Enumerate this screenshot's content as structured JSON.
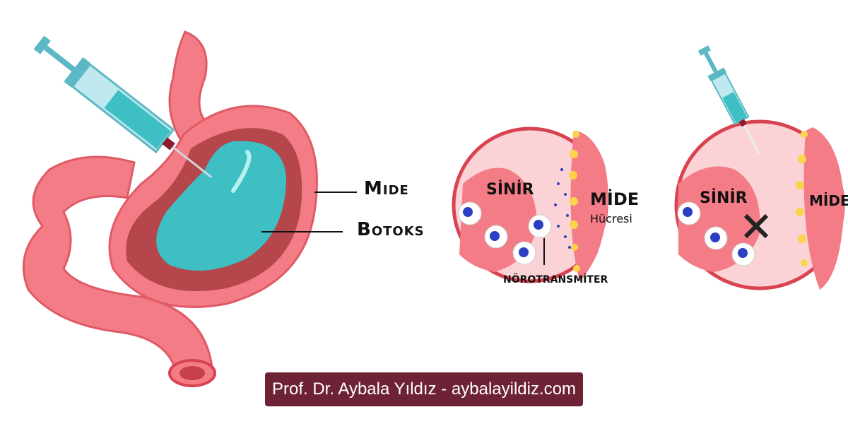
{
  "labels": {
    "stomach": "Mide",
    "botox": "Botoks",
    "nerve_1": "SİNİR",
    "stomach_1": "MİDE",
    "cell_1": "Hücresi",
    "neurotransmitter": "NÖROTRANSMİTER",
    "nerve_2": "SİNİR",
    "stomach_2": "MİDE"
  },
  "footer": "Prof. Dr. Aybala Yıldız - aybalayildiz.com",
  "colors": {
    "stomach": "#f47c86",
    "tissue": "#fbd3d6",
    "botox": "#3ebfc4",
    "outline": "#d9424f",
    "footer": "#6e2236",
    "receptor": "#fbd44a",
    "vesicle": "#2a3fc4"
  }
}
